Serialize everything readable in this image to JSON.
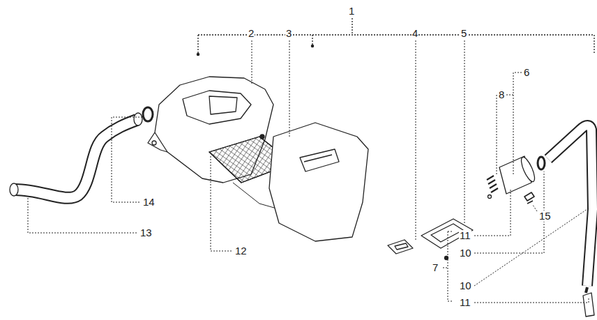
{
  "diagram": {
    "labels": [
      "1",
      "2",
      "3",
      "4",
      "5",
      "6",
      "8",
      "11",
      "10",
      "7",
      "10",
      "11",
      "15",
      "14",
      "13",
      "12"
    ]
  }
}
